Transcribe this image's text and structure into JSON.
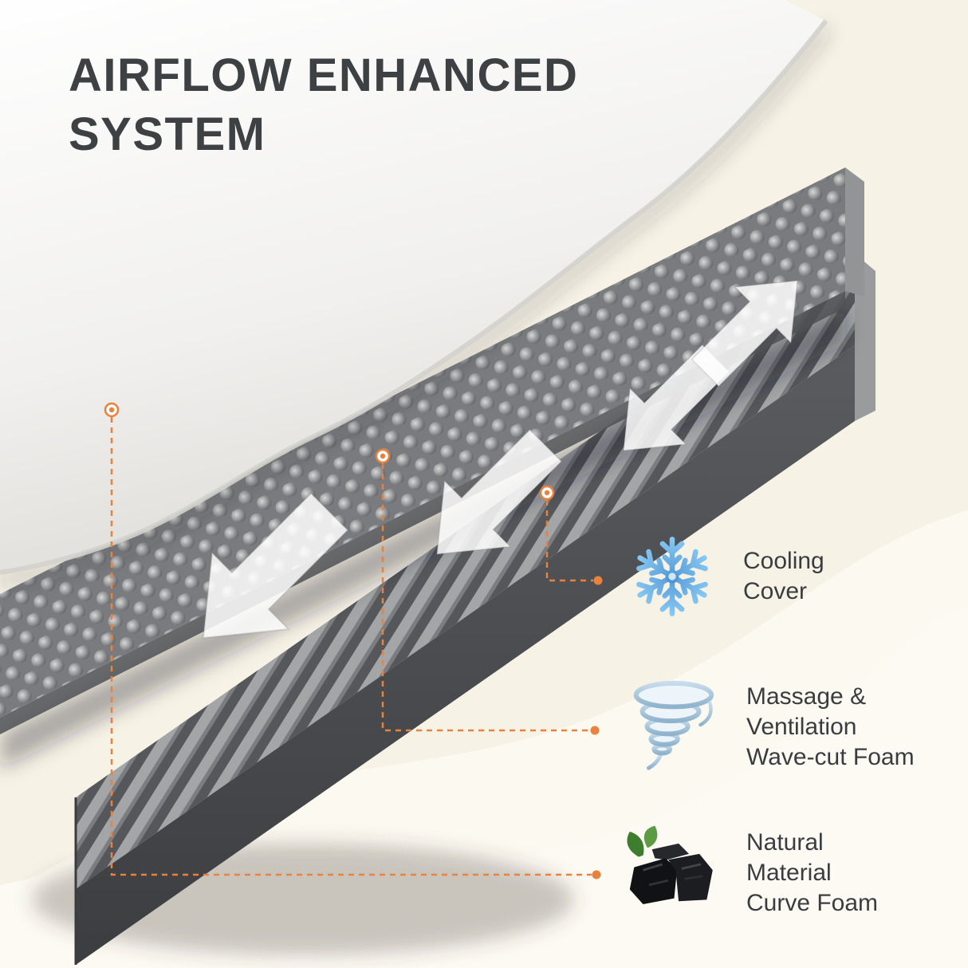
{
  "title": {
    "line1": "AIRFLOW ENHANCED",
    "line2": "SYSTEM"
  },
  "features": [
    {
      "label": "Cooling Cover",
      "icon": "snowflake-icon",
      "lines": [
        "Cooling",
        "Cover"
      ]
    },
    {
      "label": "Massage & Ventilation Wave-cut Foam",
      "icon": "tornado-icon",
      "lines": [
        "Massage &",
        "Ventilation",
        "Wave-cut Foam"
      ]
    },
    {
      "label": "Natural Material Curve Foam",
      "icon": "charcoal-icon",
      "lines": [
        "Natural",
        "Material",
        "Curve Foam"
      ]
    }
  ],
  "illustration": {
    "layers": [
      "cooling-cover-sheet",
      "wave-cut-foam-layer",
      "curve-foam-layer"
    ],
    "airflow_arrow_count": 4,
    "callout_count": 3
  },
  "colors": {
    "background": "#f7f2e6",
    "background_wave": "#fcfaf4",
    "accent_orange": "#e8823c",
    "title_text": "#3e4144",
    "label_text": "#3a3d40",
    "snowflake_blue": "#2e7cc9",
    "tornado_blue": "#9fc0da",
    "foam_gray": "#85868a",
    "foam_dark": "#4c4e52",
    "cover_white": "#f2f1ef",
    "leaf_green": "#3f7d2e",
    "charcoal_black": "#111214"
  }
}
